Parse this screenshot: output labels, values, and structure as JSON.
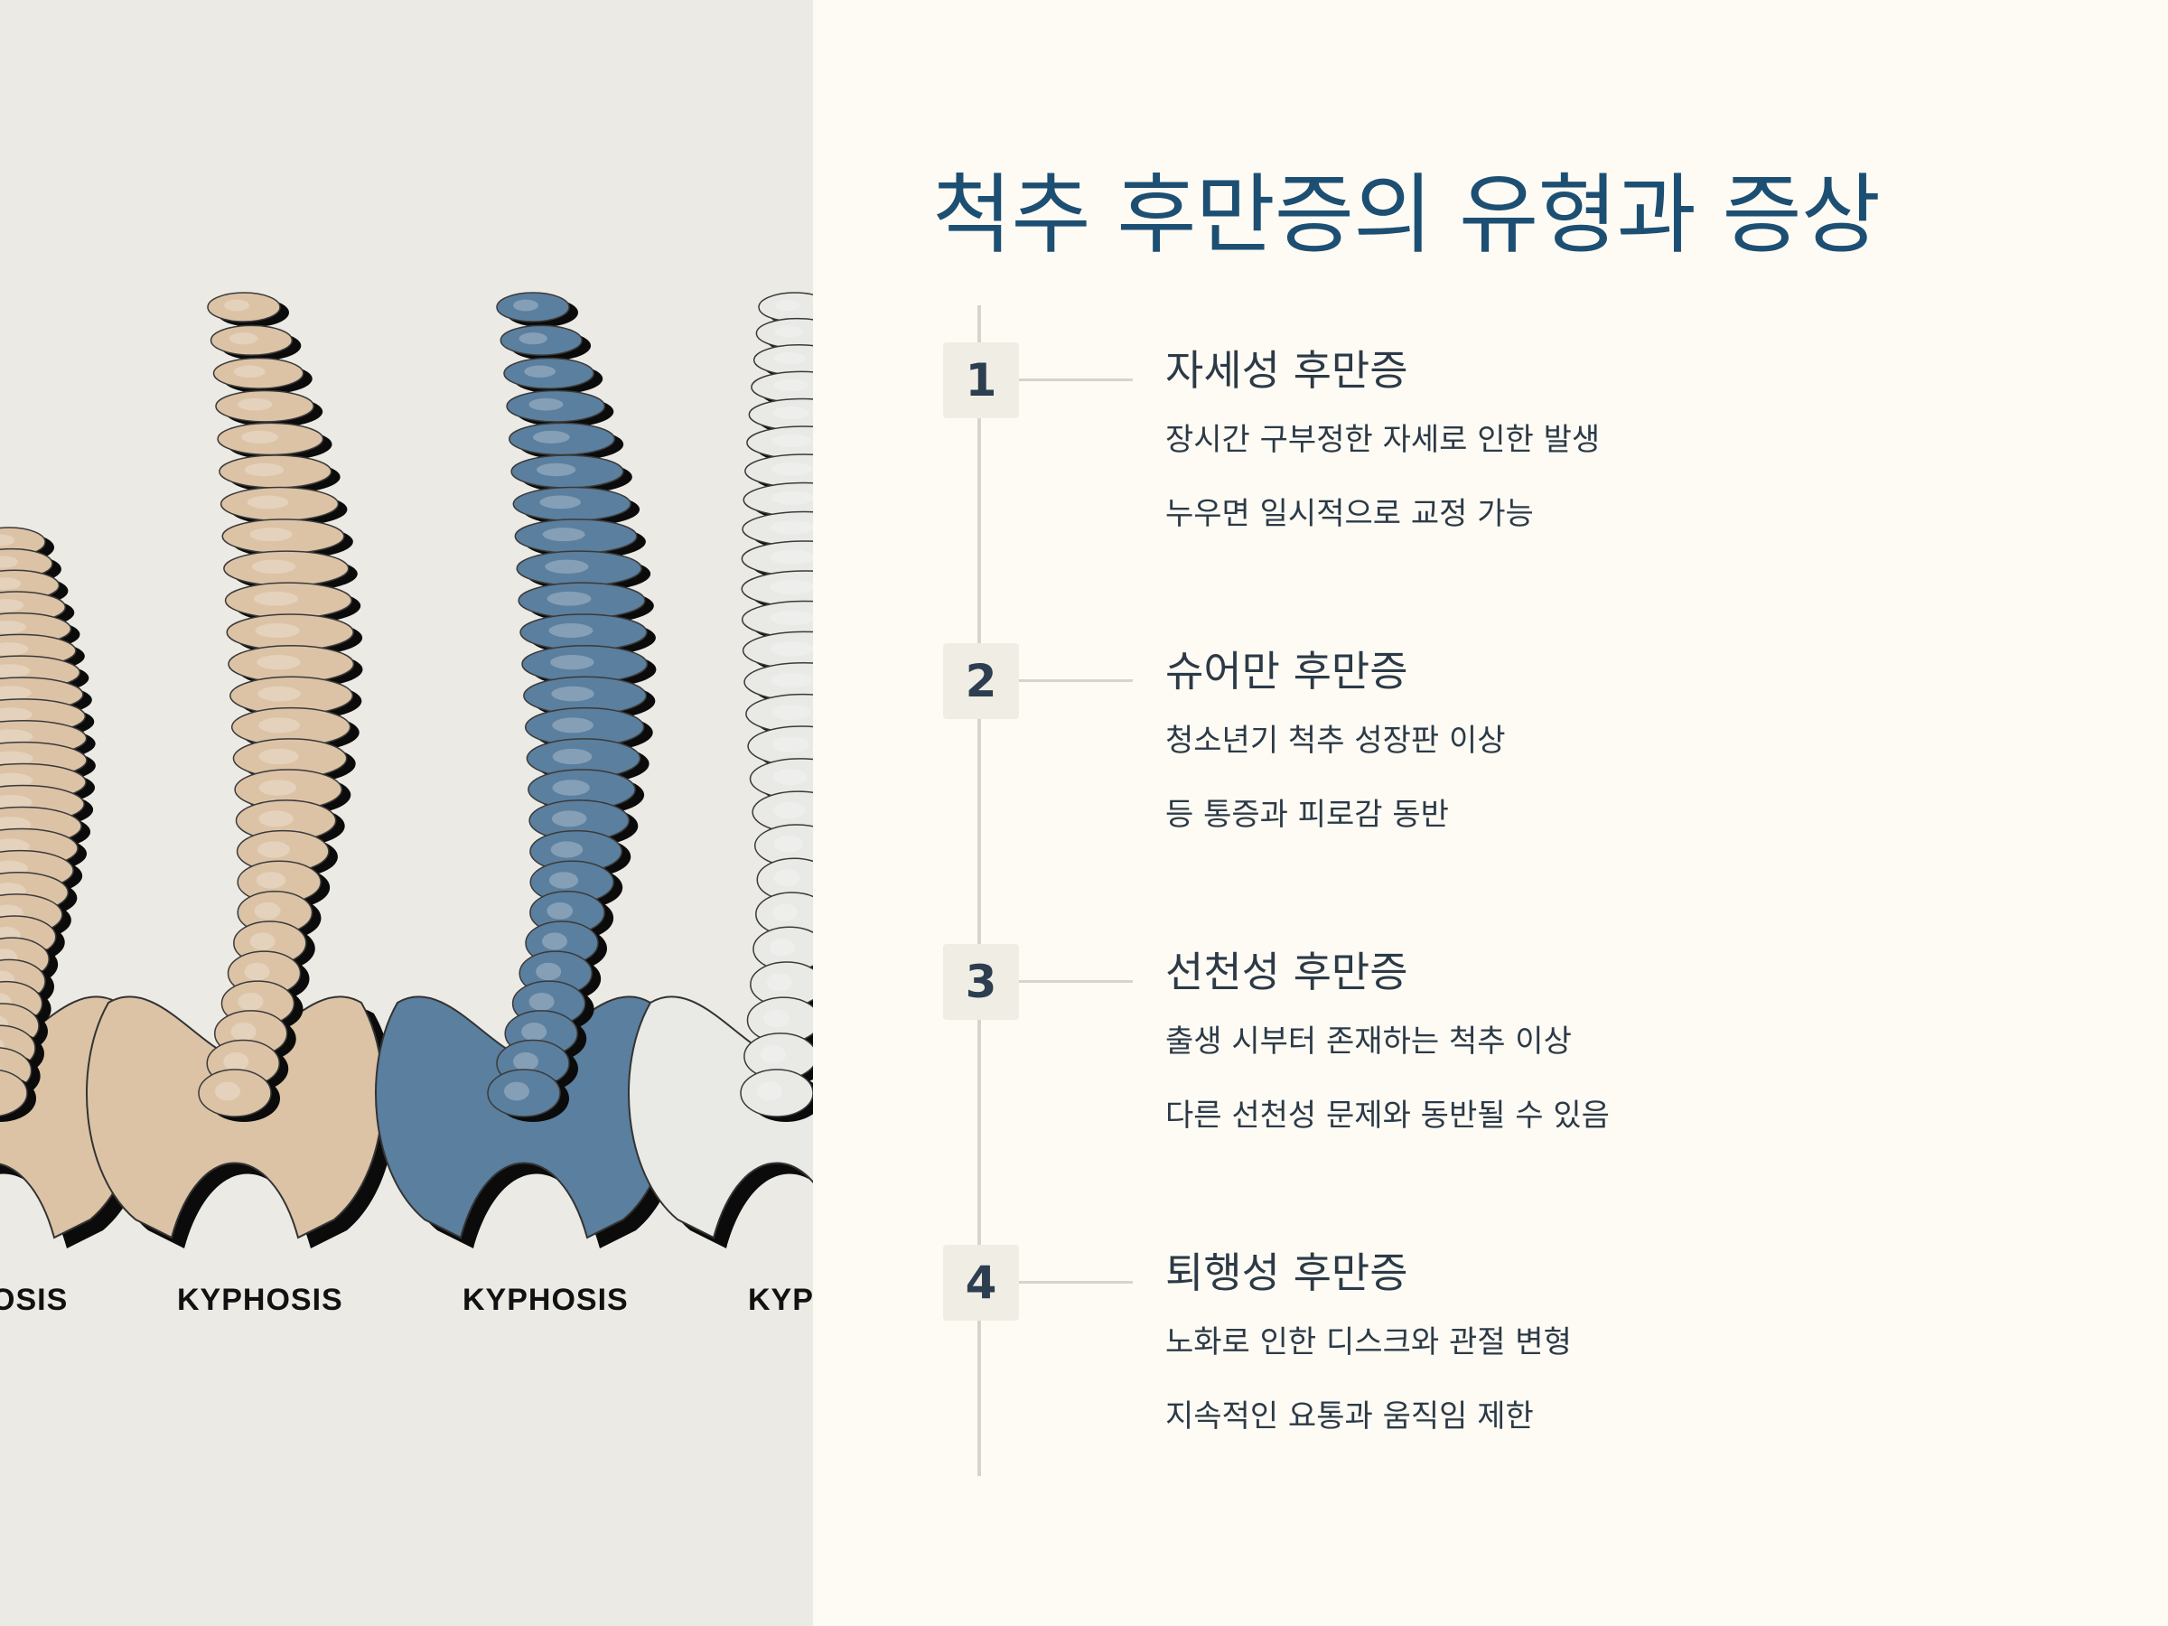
{
  "title": "척추 후만증의 유형과 증상",
  "illustration": {
    "labels": [
      "OSIS",
      "KYPHOSIS",
      "KYPHOSIS",
      "KYP"
    ],
    "colors": {
      "beige": "#dcc3a6",
      "blue": "#5b7f9e",
      "white": "#e9e9e6",
      "shadow": "#0b0b0b"
    }
  },
  "steps": [
    {
      "number": "1",
      "title": "자세성 후만증",
      "desc1": "장시간 구부정한 자세로 인한 발생",
      "desc2": "누우면 일시적으로 교정 가능"
    },
    {
      "number": "2",
      "title": "슈어만 후만증",
      "desc1": "청소년기 척추 성장판 이상",
      "desc2": "등 통증과 피로감 동반"
    },
    {
      "number": "3",
      "title": "선천성 후만증",
      "desc1": "출생 시부터 존재하는 척추 이상",
      "desc2": "다른 선천성 문제와 동반될 수 있음"
    },
    {
      "number": "4",
      "title": "퇴행성 후만증",
      "desc1": "노화로 인한 디스크와 관절 변형",
      "desc2": "지속적인 요통과 움직임 제한"
    }
  ]
}
